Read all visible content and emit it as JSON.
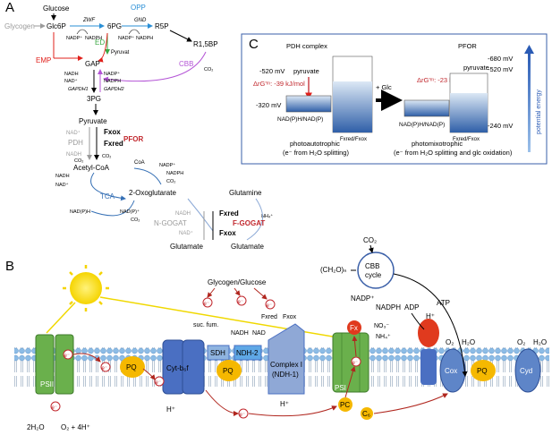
{
  "panelA": {
    "label": "A",
    "glucose": "Glucose",
    "glycogen": "Glycogen",
    "glc6p": "Glc6P",
    "zwf": "ZWF",
    "pg6": "6PG",
    "opp": "OPP",
    "gnd": "GND",
    "r5p": "R5P",
    "r15bp": "R1,5BP",
    "nadp_1": "NADP⁺",
    "nadph_1": "NADPH",
    "nadp_2": "NADP⁺",
    "nadph_2": "NADPH",
    "ed": "ED",
    "pyruvat_ed": "Pyruvat",
    "emp": "EMP",
    "gap": "GAP",
    "cbb": "CBB",
    "co2_cbb": "CO₂",
    "nadh_g1": "NADH",
    "nad_g1": "NAD⁺",
    "gapdh1": "GAPDH1",
    "nadp_g2": "NADP⁺",
    "nadph_g2": "NADPH",
    "gapdh2": "GAPDH2",
    "pg3": "3PG",
    "pyruvate": "Pyruvate",
    "nad_pdh": "NAD⁺",
    "pdh": "PDH",
    "nadh_pdh": "NADH",
    "fxox_1": "Fxox",
    "fxred_1": "Fxred",
    "pfor": "PFOR",
    "co2_1": "CO₂",
    "co2_2": "CO₂",
    "acetylcoa": "Acetyl-CoA",
    "coa": "CoA",
    "nadp_t": "NADP⁺",
    "nadph_t": "NADPH",
    "co2_t1": "CO₂",
    "nadh_t": "NADH",
    "nad_t": "NAD⁺",
    "tca": "TCA",
    "oxoglutarate": "2-Oxoglutarate",
    "nadph_t2": "NAD(P)H",
    "nadp_t2": "NAD(P)⁺",
    "co2_t2": "CO₂",
    "glutamine": "Glutamine",
    "nh4": "NH₄⁺",
    "nadh_n": "NADH",
    "nad_n": "NAD⁺",
    "ngogat": "N-GOGAT",
    "fxred_2": "Fxred",
    "fxox_2": "Fxox",
    "fgogat": "F-GOGAT",
    "glutamate_1": "Glutamate",
    "glutamate_2": "Glutamate"
  },
  "panelC": {
    "label": "C",
    "pdh_title": "PDH complex",
    "pfor_title": "PFOR",
    "mv520_l": "-520 mV",
    "mv320": "-320 mV",
    "pyruvate_l": "pyruvate",
    "dg_l": "ΔrG'ᵐ: -39 kJ/mol",
    "nadph_l": "NAD(P)H/NAD(P)",
    "fx_l": "Fxred/Fxox",
    "photoauto": "photoautotrophic",
    "photoauto_sub": "(e⁻ from H₂O splitting)",
    "glc": "+ Glc",
    "mv680": "-680 mV",
    "mv520_r": "-520 mV",
    "mv240": "-240 mV",
    "pyruvate_r": "pyruvate",
    "dg_r": "ΔrG'ᵐ: -23 kJ/mol",
    "nadph_r": "NAD(P)H/NAD(P)",
    "fx_r": "Fxred/Fxox",
    "photomixo": "photomixotrophic",
    "photomixo_sub": "(e⁻ from H₂O splitting and glc oxidation)",
    "potential": "potential energy"
  },
  "panelB": {
    "label": "B",
    "glycogen_glucose": "Glycogen/Glucose",
    "suc_fum": "suc. fum.",
    "nadh": "NADH",
    "nad": "NAD",
    "fxred": "Fxred",
    "fxox": "Fxox",
    "co2": "CO₂",
    "ch2o": "(CH₂O)ₙ",
    "cbb_cycle_1": "CBB",
    "cbb_cycle_2": "cycle",
    "nadp": "NADP⁺",
    "nadph": "NADPH",
    "no3": "NO₃⁻",
    "nh4": "NH₄⁺",
    "adp": "ADP",
    "atp": "ATP",
    "hplus_atp": "H⁺",
    "psii": "PSII",
    "pq": "PQ",
    "cytb6f": "Cyt-b₆f",
    "sdh": "SDH",
    "ndh2": "NDH-2",
    "complexI_1": "Complex I",
    "complexI_2": "(NDH-1)",
    "psi": "PSI",
    "fx": "Fx",
    "pc": "PC",
    "c6": "C₆",
    "cox": "Cox",
    "cyd": "Cyd",
    "o2_1": "O₂",
    "h2o_1": "H₂O",
    "o2_2": "O₂",
    "h2o_2": "H₂O",
    "hplus_1": "H⁺",
    "hplus_2": "H⁺",
    "water_left": "2H₂O",
    "water_right": "O₂ + 4H⁺",
    "electron": "e⁻"
  },
  "colors": {
    "emp": "#e0201b",
    "opp": "#2a8fd6",
    "ed": "#3aa843",
    "cbb": "#b455d6",
    "tca": "#3670b5",
    "pfor": "#c1272d",
    "grey": "#9a9a9a",
    "psii_green": "#6ab04c",
    "cyt_blue": "#4a6fc2",
    "pq_yellow": "#f5b800"
  }
}
